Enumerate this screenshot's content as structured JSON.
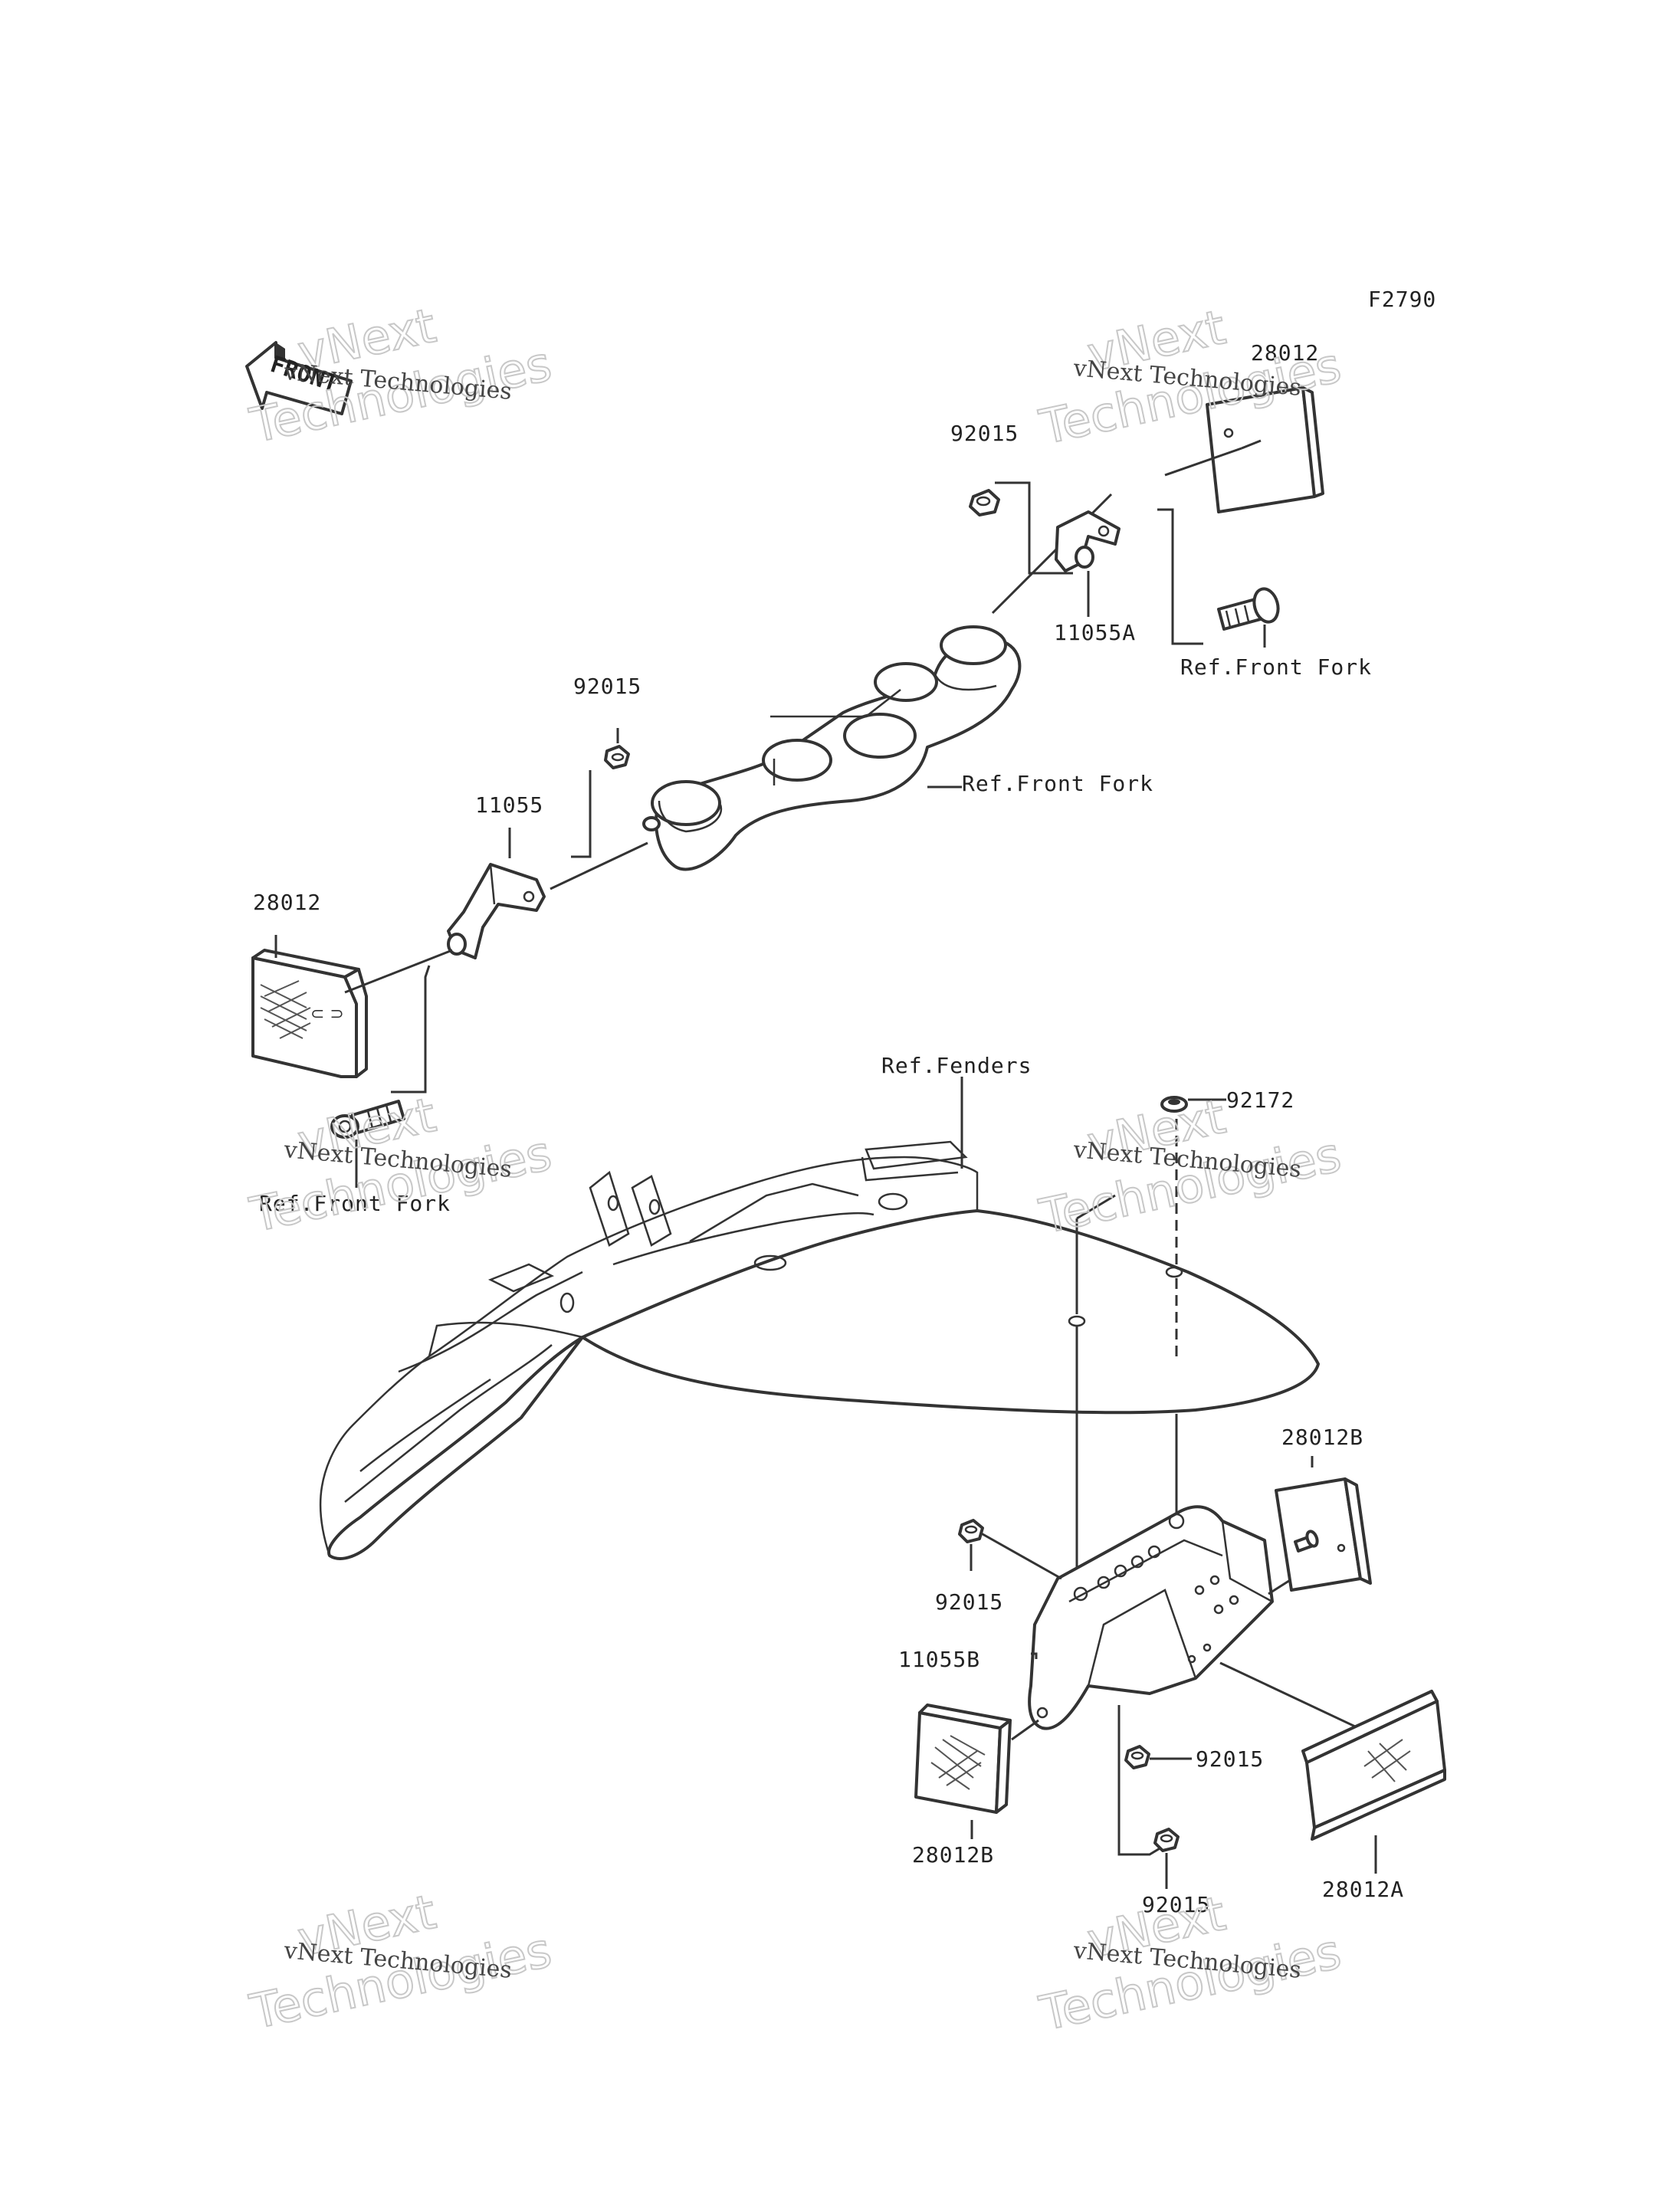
{
  "figure_code": "F2790",
  "front_arrow": "FRONT",
  "watermark": {
    "line1": "vNext",
    "line2": "Technologies",
    "small": "vNext Technologies"
  },
  "labels": {
    "p28012_top": "28012",
    "p92015_top": "92015",
    "p11055A": "11055A",
    "ref_front_fork_a": "Ref.Front Fork",
    "p92015_mid": "92015",
    "ref_front_fork_b": "Ref.Front Fork",
    "p11055": "11055",
    "p28012_left": "28012",
    "ref_front_fork_c": "Ref.Front Fork",
    "ref_fenders": "Ref.Fenders",
    "p92172": "92172",
    "p28012B_right": "28012B",
    "p92015_low_left": "92015",
    "p11055B": "11055B",
    "p92015_low_right": "92015",
    "p28012B_bottom": "28012B",
    "p28012A": "28012A",
    "p92015_bottom": "92015"
  }
}
